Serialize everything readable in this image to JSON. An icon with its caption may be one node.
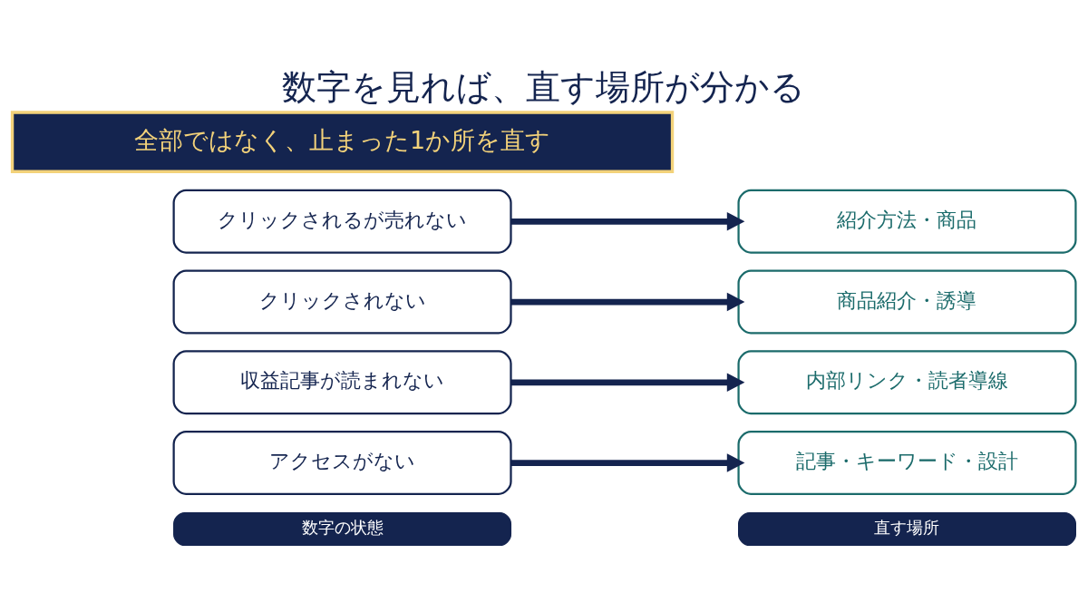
{
  "diagram": {
    "title": "数字を見れば、直す場所が分かる",
    "nodes": [
      {
        "text": [
          "数字の状態"
        ]
      },
      {
        "text": [
          "直す場所"
        ]
      },
      {
        "text": [
          "アクセスがない"
        ]
      },
      {
        "text": [
          "記事・キーワード・設計"
        ]
      },
      {
        "text": [
          "収益記事が読まれない"
        ]
      },
      {
        "text": [
          "内部リンク・読者導線"
        ]
      },
      {
        "text": [
          "クリックされない"
        ]
      },
      {
        "text": [
          "商品紹介・誘導"
        ]
      },
      {
        "text": [
          "クリックされるが売れない"
        ]
      },
      {
        "text": [
          "紹介方法・商品"
        ]
      },
      {
        "text": [
          "全部ではなく、止まった1か所を直す"
        ]
      }
    ],
    "edges": [
      {
        "from": 2,
        "to": 3,
        "arrow": "to"
      },
      {
        "from": 4,
        "to": 5,
        "arrow": "to"
      },
      {
        "from": 6,
        "to": 7,
        "arrow": "to"
      },
      {
        "from": 8,
        "to": 9,
        "arrow": "to"
      }
    ]
  }
}
